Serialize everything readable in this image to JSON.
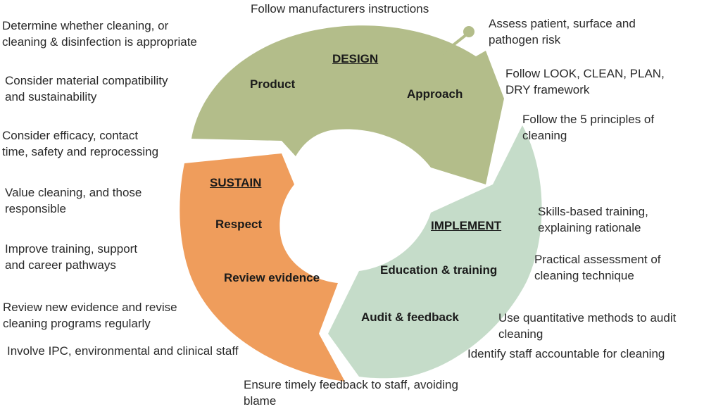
{
  "colors": {
    "design": "#b3bd8a",
    "sustain": "#ef9d5c",
    "implement": "#c5dcc9"
  },
  "segments": {
    "design": {
      "heading": "DESIGN",
      "items": [
        "Product",
        "Approach"
      ]
    },
    "sustain": {
      "heading": "SUSTAIN",
      "items": [
        "Respect",
        "Review evidence"
      ]
    },
    "implement": {
      "heading": "IMPLEMENT",
      "items": [
        "Education & training",
        "Audit & feedback"
      ]
    }
  },
  "notes": {
    "n1": "Determine whether cleaning, or\ncleaning & disinfection is appropriate",
    "n2": "Consider material compatibility\nand sustainability",
    "n3": "Consider efficacy, contact\ntime, safety and reprocessing",
    "n4": "Value cleaning, and those\nresponsible",
    "n5": "Improve training, support\nand career pathways",
    "n6": "Review new evidence and revise\ncleaning programs regularly",
    "n7": "Involve IPC, environmental and clinical staff",
    "n8": "Follow manufacturers instructions",
    "n9": "Assess patient, surface and\npathogen risk",
    "n10": "Follow LOOK, CLEAN, PLAN,\nDRY framework",
    "n11": "Follow the 5 principles of\ncleaning",
    "n12": "Skills-based training,\nexplaining rationale",
    "n13": "Practical assessment of\ncleaning technique",
    "n14": "Use quantitative methods to audit\ncleaning",
    "n15": "Identify staff accountable for cleaning",
    "n16": "Ensure timely feedback to staff, avoiding\nblame"
  }
}
